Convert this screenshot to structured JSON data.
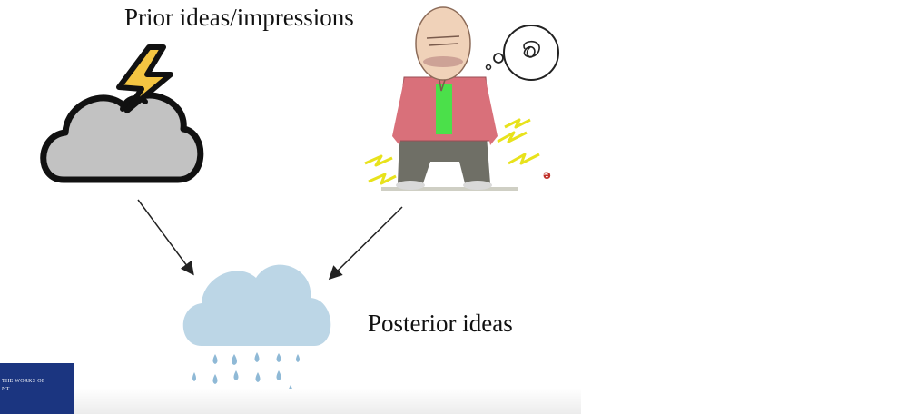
{
  "labels": {
    "prior": "Prior ideas/impressions",
    "posterior": "Posterior ideas"
  },
  "book_cover": {
    "line1": "THE WORKS OF",
    "line2": "NT"
  },
  "illustration_mark": "ə",
  "colors": {
    "storm_cloud_fill": "#c2c2c2",
    "storm_cloud_stroke": "#111111",
    "lightning_fill": "#f4c542",
    "rain_cloud_fill": "#bcd6e6",
    "rain_drop_fill": "#8fb9d6",
    "book_cover": "#1b3580",
    "arrow": "#222222",
    "man_shirt": "#d9707a",
    "man_undershirt": "#4be04a",
    "man_pants": "#6f6f66",
    "man_skin": "#f0d2b9",
    "zigzag_yellow": "#e8e21c"
  },
  "icons": [
    "storm-cloud-icon",
    "lightning-bolt-icon",
    "rain-cloud-icon",
    "arrow-icon",
    "thought-bubble-icon"
  ]
}
